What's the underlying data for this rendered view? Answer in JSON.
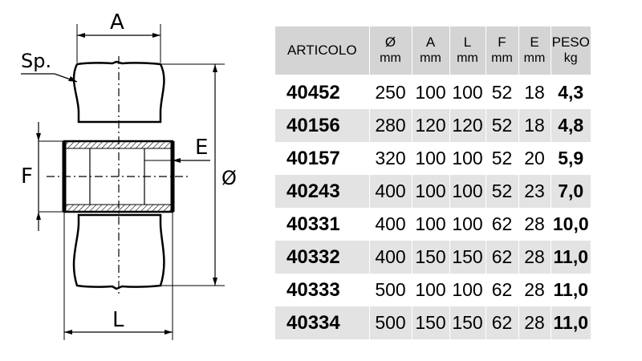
{
  "drawing": {
    "labels": {
      "a": "A",
      "sp": "Sp.",
      "f": "F",
      "e": "E",
      "diameter": "Ø",
      "l": "L"
    }
  },
  "table": {
    "headers": [
      {
        "name": "ARTICOLO",
        "unit": ""
      },
      {
        "name": "Ø",
        "unit": "mm"
      },
      {
        "name": "A",
        "unit": "mm"
      },
      {
        "name": "L",
        "unit": "mm"
      },
      {
        "name": "F",
        "unit": "mm"
      },
      {
        "name": "E",
        "unit": "mm"
      },
      {
        "name": "PESO",
        "unit": "kg"
      }
    ],
    "rows": [
      [
        "40452",
        "250",
        "100",
        "100",
        "52",
        "18",
        "4,3"
      ],
      [
        "40156",
        "280",
        "120",
        "120",
        "52",
        "18",
        "4,8"
      ],
      [
        "40157",
        "320",
        "100",
        "100",
        "52",
        "20",
        "5,9"
      ],
      [
        "40243",
        "400",
        "100",
        "100",
        "52",
        "23",
        "7,0"
      ],
      [
        "40331",
        "400",
        "100",
        "100",
        "62",
        "28",
        "10,0"
      ],
      [
        "40332",
        "400",
        "150",
        "150",
        "62",
        "28",
        "11,0"
      ],
      [
        "40333",
        "500",
        "100",
        "100",
        "62",
        "28",
        "11,0"
      ],
      [
        "40334",
        "500",
        "150",
        "150",
        "62",
        "28",
        "11,0"
      ]
    ]
  }
}
